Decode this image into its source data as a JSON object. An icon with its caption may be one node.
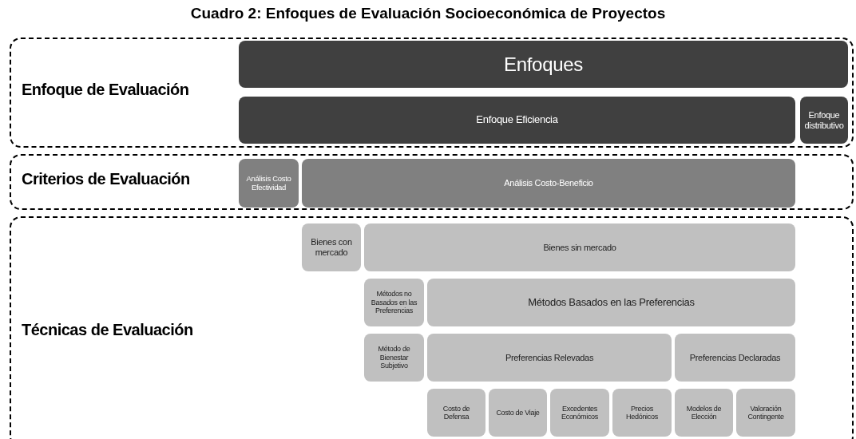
{
  "diagram": {
    "title": "Cuadro 2: Enfoques de Evaluación Socioeconómica de Proyectos",
    "nodes": [
      {
        "text": [
          "Enfoque de Evaluación"
        ]
      },
      {
        "text": [
          "Enfoques"
        ],
        "in": 0
      },
      {
        "text": [
          "Enfoque Eficiencia"
        ],
        "in": 0
      },
      {
        "text": [
          "Enfoque distributivo"
        ],
        "in": 0
      },
      {
        "text": [
          "Criterios de Evaluación"
        ]
      },
      {
        "text": [
          "Análisis Costo Efectividad"
        ],
        "in": 4
      },
      {
        "text": [
          "Análisis Costo-Beneficio"
        ],
        "in": 4
      },
      {
        "text": [
          "Técnicas de Evaluación"
        ]
      },
      {
        "text": [
          "Bienes con mercado"
        ],
        "in": 7
      },
      {
        "text": [
          "Bienes sin mercado"
        ],
        "in": 7
      },
      {
        "text": [
          "Métodos no Basados en las Preferencias"
        ],
        "in": 7
      },
      {
        "text": [
          "Métodos Basados en las Preferencias"
        ],
        "in": 7
      },
      {
        "text": [
          "Método de Bienestar Subjetivo"
        ],
        "in": 7
      },
      {
        "text": [
          "Preferencias Relevadas"
        ],
        "in": 7
      },
      {
        "text": [
          "Preferencias Declaradas"
        ],
        "in": 7
      },
      {
        "text": [
          "Costo de Defensa"
        ],
        "in": 7
      },
      {
        "text": [
          "Costo de Viaje"
        ],
        "in": 7
      },
      {
        "text": [
          "Excedentes Económicos"
        ],
        "in": 7
      },
      {
        "text": [
          "Precios Hedónicos"
        ],
        "in": 7
      },
      {
        "text": [
          "Modelos de Elección"
        ],
        "in": 7
      },
      {
        "text": [
          "Valoración Contingente"
        ],
        "in": 7
      }
    ]
  }
}
